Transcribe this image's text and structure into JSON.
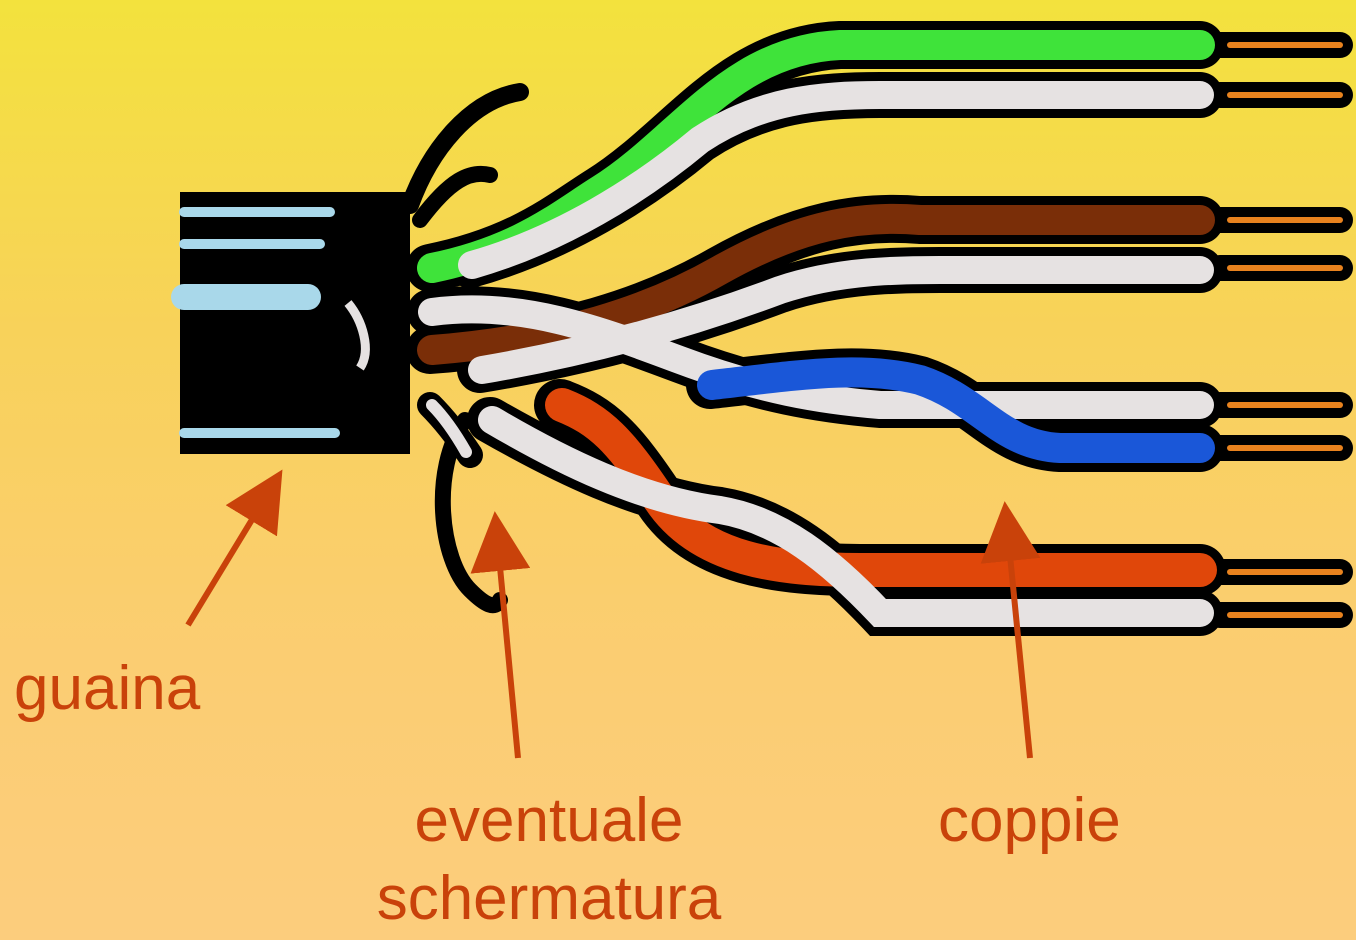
{
  "labels": {
    "sheath": "guaina",
    "shield_line1": "eventuale",
    "shield_line2": "schermatura",
    "pairs": "coppie"
  },
  "colors": {
    "label_text": "#c9420a",
    "arrow": "#c9420a",
    "outline": "#000000",
    "sheath_stripe": "#a9d8ea",
    "conductor": "#e8821e",
    "green": "#3fe33a",
    "brown": "#7a2e08",
    "blue": "#1a57d8",
    "orange": "#e0470a",
    "white": "#e6e2e2"
  },
  "wire_pairs": [
    {
      "name": "green",
      "colors": [
        "green",
        "white"
      ]
    },
    {
      "name": "brown",
      "colors": [
        "brown",
        "white"
      ]
    },
    {
      "name": "blue",
      "colors": [
        "white",
        "blue"
      ]
    },
    {
      "name": "orange",
      "colors": [
        "orange",
        "white"
      ]
    }
  ],
  "icons": [
    "cable-sheath",
    "shield-drain-wire",
    "arrow"
  ]
}
